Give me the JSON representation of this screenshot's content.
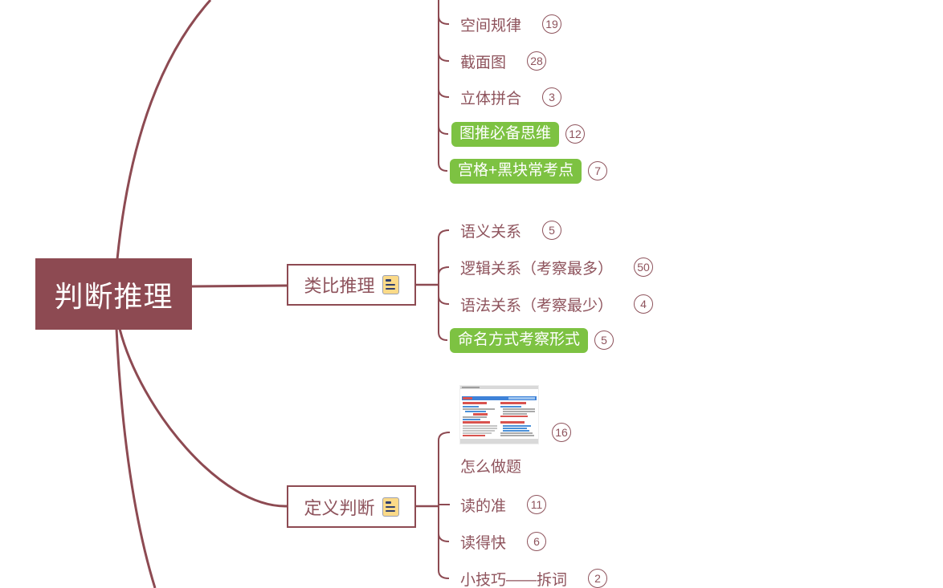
{
  "app": {
    "type": "mind-map",
    "language": "zh-CN"
  },
  "colors": {
    "branch_maroon": "#8D4A52",
    "topic_text": "#8E535C",
    "highlight_green": "#7DC242",
    "highlight_text": "#FFFFFF",
    "root_fill": "#8D4A52",
    "root_text": "#FFFFFF",
    "note_icon_bg": "#FBDA88"
  },
  "icons": {
    "analogy_note": "note-icon",
    "definition_note": "note-icon"
  },
  "root": {
    "label": "判断推理"
  },
  "groups": {
    "top": {
      "parent_visible": false,
      "children": [
        {
          "label": "空间规律",
          "count": "19",
          "style": "plain"
        },
        {
          "label": "截面图",
          "count": "28",
          "style": "plain"
        },
        {
          "label": "立体拼合",
          "count": "3",
          "style": "plain"
        },
        {
          "label": "图推必备思维",
          "count": "12",
          "style": "green"
        },
        {
          "label": "宫格+黑块常考点",
          "count": "7",
          "style": "green"
        }
      ]
    },
    "analogy": {
      "label": "类比推理",
      "has_note": true,
      "children": [
        {
          "label": "语义关系",
          "count": "5",
          "style": "plain"
        },
        {
          "label": "逻辑关系（考察最多）",
          "count": "50",
          "style": "plain"
        },
        {
          "label": "语法关系（考察最少）",
          "count": "4",
          "style": "plain"
        },
        {
          "label": "命名方式考察形式",
          "count": "5",
          "style": "green"
        }
      ]
    },
    "definition": {
      "label": "定义判断",
      "has_note": true,
      "children": [
        {
          "label": "怎么做题",
          "count": "16",
          "style": "plain",
          "has_image": true
        },
        {
          "label": "读的准",
          "count": "11",
          "style": "plain"
        },
        {
          "label": "读得快",
          "count": "6",
          "style": "plain"
        },
        {
          "label": "小技巧——拆词",
          "count": "2",
          "style": "plain"
        }
      ]
    }
  }
}
